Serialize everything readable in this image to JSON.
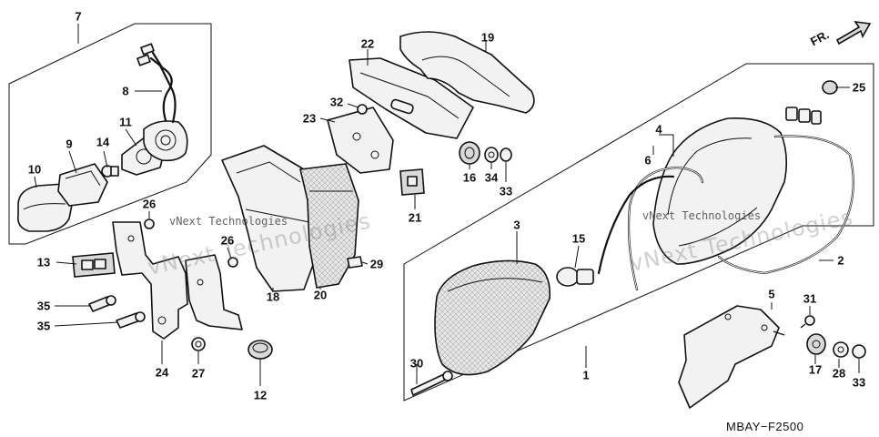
{
  "diagram_code": "MBAY−F2500",
  "direction_label": "FR.",
  "watermark_text": "vNext Technologies",
  "watermark_small": "vNext Technologies",
  "callouts": [
    {
      "id": "1",
      "name": "callout-1"
    },
    {
      "id": "2",
      "name": "callout-2"
    },
    {
      "id": "3",
      "name": "callout-3"
    },
    {
      "id": "4",
      "name": "callout-4"
    },
    {
      "id": "5",
      "name": "callout-5"
    },
    {
      "id": "6",
      "name": "callout-6"
    },
    {
      "id": "7",
      "name": "callout-7"
    },
    {
      "id": "8",
      "name": "callout-8"
    },
    {
      "id": "9",
      "name": "callout-9"
    },
    {
      "id": "10",
      "name": "callout-10"
    },
    {
      "id": "11",
      "name": "callout-11"
    },
    {
      "id": "12",
      "name": "callout-12"
    },
    {
      "id": "13",
      "name": "callout-13"
    },
    {
      "id": "14",
      "name": "callout-14"
    },
    {
      "id": "15",
      "name": "callout-15"
    },
    {
      "id": "16",
      "name": "callout-16"
    },
    {
      "id": "17",
      "name": "callout-17"
    },
    {
      "id": "18",
      "name": "callout-18"
    },
    {
      "id": "19",
      "name": "callout-19"
    },
    {
      "id": "20",
      "name": "callout-20"
    },
    {
      "id": "21",
      "name": "callout-21"
    },
    {
      "id": "22",
      "name": "callout-22"
    },
    {
      "id": "23",
      "name": "callout-23"
    },
    {
      "id": "24",
      "name": "callout-24"
    },
    {
      "id": "25",
      "name": "callout-25"
    },
    {
      "id": "26",
      "name": "callout-26"
    },
    {
      "id": "27",
      "name": "callout-27"
    },
    {
      "id": "28",
      "name": "callout-28"
    },
    {
      "id": "29",
      "name": "callout-29"
    },
    {
      "id": "30",
      "name": "callout-30"
    },
    {
      "id": "31",
      "name": "callout-31"
    },
    {
      "id": "32",
      "name": "callout-32"
    },
    {
      "id": "33a",
      "name": "callout-33-upper",
      "text": "33"
    },
    {
      "id": "33b",
      "name": "callout-33-lower",
      "text": "33"
    },
    {
      "id": "34",
      "name": "callout-34"
    },
    {
      "id": "35a",
      "name": "callout-35-upper",
      "text": "35"
    },
    {
      "id": "35b",
      "name": "callout-35-lower",
      "text": "35"
    }
  ],
  "labels": {
    "c1": "1",
    "c2": "2",
    "c3": "3",
    "c4": "4",
    "c5": "5",
    "c6": "6",
    "c7": "7",
    "c8": "8",
    "c9": "9",
    "c10": "10",
    "c11": "11",
    "c12": "12",
    "c13": "13",
    "c14": "14",
    "c15": "15",
    "c16": "16",
    "c17": "17",
    "c18": "18",
    "c19": "19",
    "c20": "20",
    "c21": "21",
    "c22": "22",
    "c23": "23",
    "c24": "24",
    "c25": "25",
    "c26": "26",
    "c27": "27",
    "c28": "28",
    "c29": "29",
    "c30": "30",
    "c31": "31",
    "c32": "32",
    "c33a": "33",
    "c33b": "33",
    "c34": "34",
    "c35a": "35",
    "c35b": "35"
  }
}
